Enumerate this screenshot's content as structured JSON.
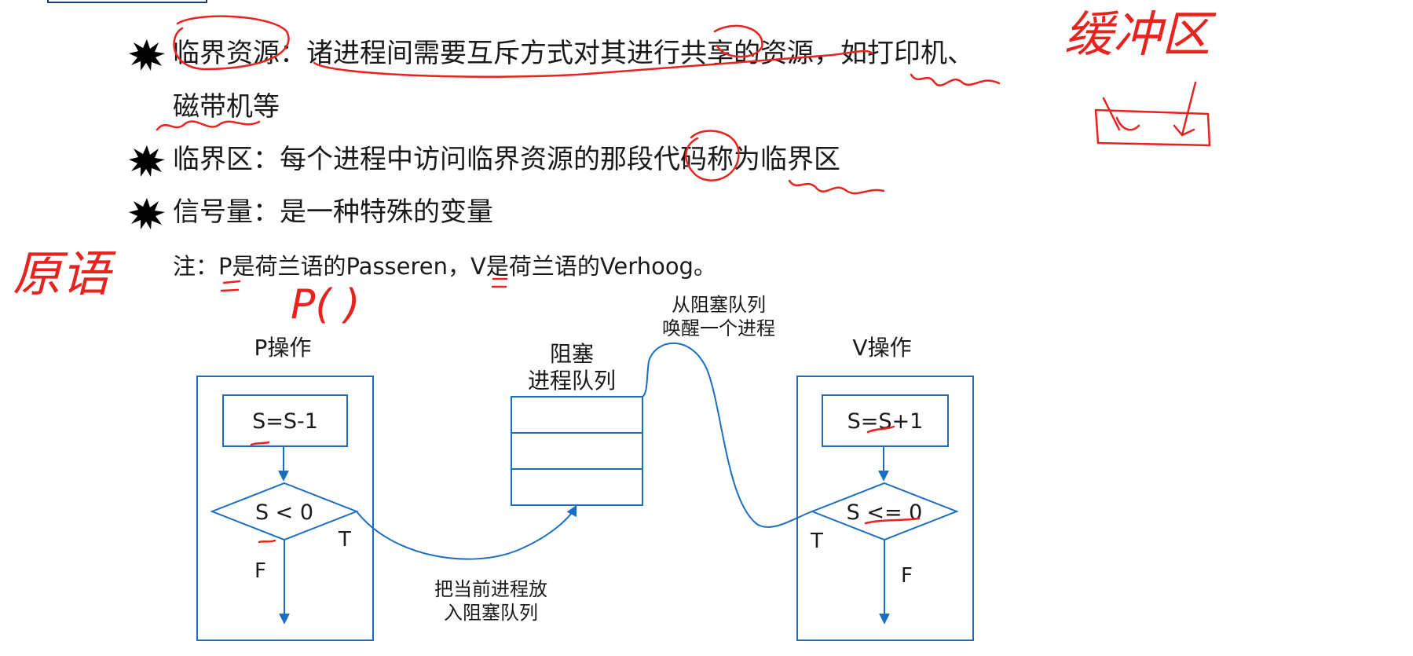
{
  "bullets": [
    {
      "text": "临界资源：诸进程间需要互斥方式对其进行共享的资源，如打印机、",
      "continuation": "磁带机等"
    },
    {
      "text": "临界区：每个进程中访问临界资源的那段代码称为临界区"
    },
    {
      "text": "信号量：是一种特殊的变量"
    }
  ],
  "note": "注：P是荷兰语的Passeren，V是荷兰语的Verhoog。",
  "diagram": {
    "p_op": {
      "title": "P操作",
      "step": "S=S-1",
      "condition": "S < 0",
      "true_label": "T",
      "false_label": "F"
    },
    "queue": {
      "title_line1": "阻塞",
      "title_line2": "进程队列"
    },
    "v_op": {
      "title": "V操作",
      "step": "S=S+1",
      "condition": "S <= 0",
      "true_label": "T",
      "false_label": "F"
    },
    "wake_label_line1": "从阻塞队列",
    "wake_label_line2": "唤醒一个进程",
    "block_label_line1": "把当前进程放",
    "block_label_line2": "入阻塞队列"
  },
  "handwriting": {
    "buffer": "缓冲区",
    "primitive": "原语",
    "p_call": "P(   )"
  },
  "colors": {
    "diagram_blue": "#1a6fc2",
    "ink_red": "#e8231f",
    "text": "#1a1a1a"
  }
}
